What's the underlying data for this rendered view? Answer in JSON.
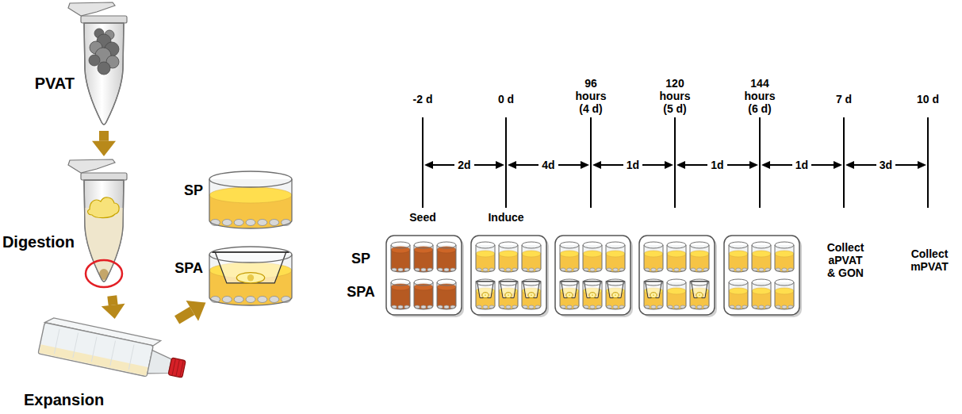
{
  "diagram": {
    "nodes": [
      {
        "text": [
          "PVAT"
        ]
      },
      {
        "text": [
          "Digestion"
        ]
      },
      {
        "text": [
          "Expansion"
        ]
      },
      {
        "text": [
          "SP"
        ]
      },
      {
        "text": [
          "SPA"
        ]
      }
    ],
    "edges": [
      {
        "from": 0,
        "to": 1,
        "arrow": "to"
      },
      {
        "from": 1,
        "to": 2,
        "arrow": "to"
      },
      {
        "from": 2,
        "to": 4,
        "arrow": "to"
      }
    ],
    "labels": [
      "-2 d",
      "0 d",
      "96 hours (4 d)",
      "120 hours (5 d)",
      "144 hours (6 d)",
      "7 d",
      "10 d",
      "2d",
      "4d",
      "1d",
      "1d",
      "1d",
      "3d",
      "Seed",
      "Induce",
      "SP",
      "SPA",
      "Collect aPVAT & GON",
      "Collect mPVAT"
    ]
  }
}
